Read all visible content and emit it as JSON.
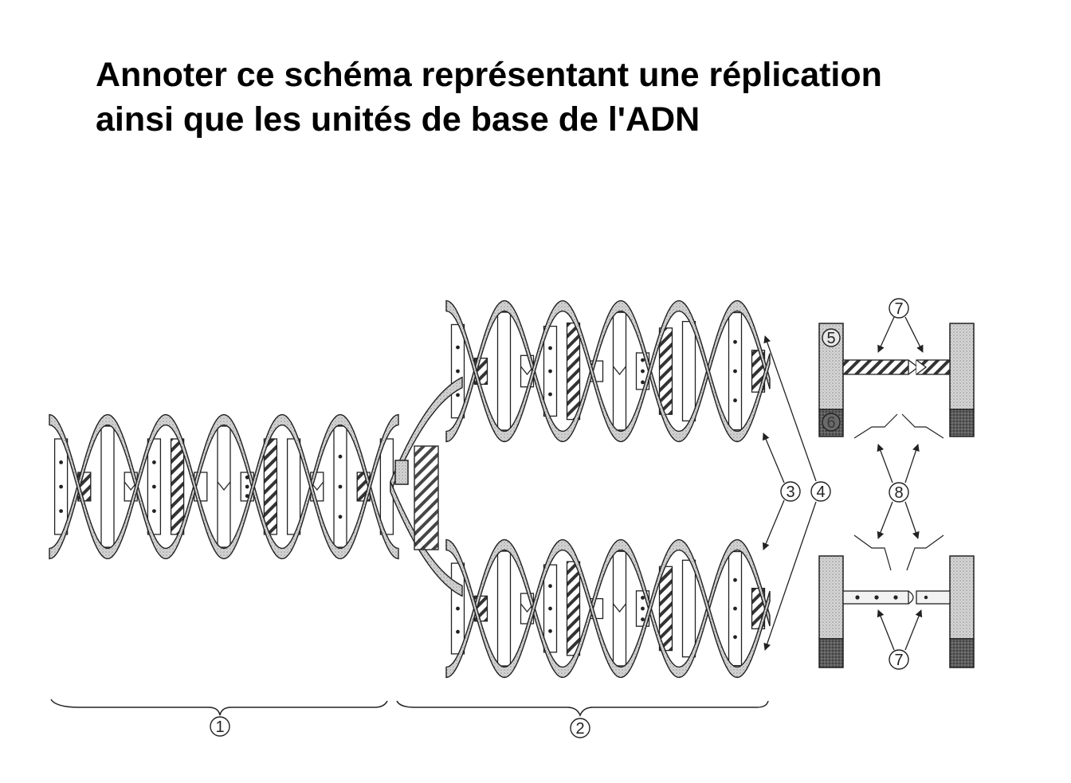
{
  "title": {
    "line1": "Annoter ce schéma représentant une réplication",
    "line2": "ainsi que les unités de base de l'ADN"
  },
  "labels": [
    "1",
    "2",
    "3",
    "4",
    "5",
    "6",
    "7",
    "8",
    "7"
  ],
  "colors": {
    "ink": "#222222",
    "strand_fill": "#cfcfcf",
    "sugar_fill": "#bdbdbd",
    "dark_block": "#5a5a5a"
  }
}
